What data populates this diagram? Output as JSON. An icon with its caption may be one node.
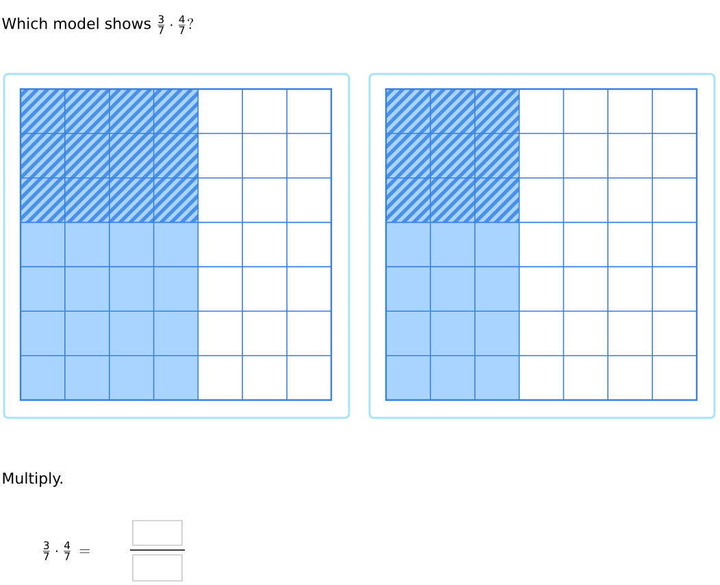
{
  "diagram": {
    "title": "Which model shows",
    "nodes": [
      {
        "text": [],
        "shape": "box"
      },
      {
        "text": [],
        "shape": "box"
      }
    ],
    "labels": [
      "\\frac{3}{7}\\cdot\\frac{4}{7}?",
      "Multiply.",
      "\\frac{3}{7}\\cdot\\frac{4}{7}\\,="
    ]
  }
}
